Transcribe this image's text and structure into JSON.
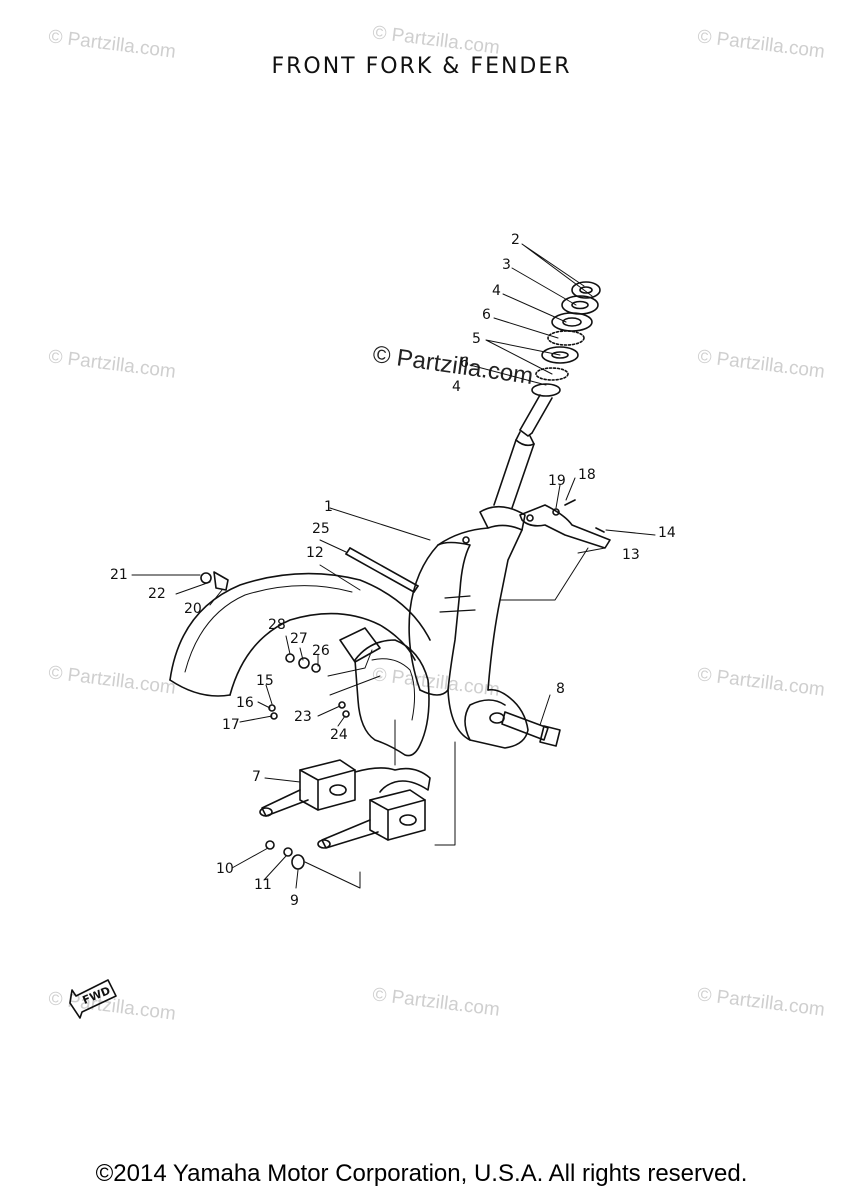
{
  "title": "FRONT  FORK  &  FENDER",
  "footer": "©2014 Yamaha Motor Corporation, U.S.A. All rights reserved.",
  "watermark": "© Partzilla.com",
  "fwd_label": "FWD",
  "callouts": [
    "1",
    "2",
    "3",
    "4",
    "4",
    "5",
    "6",
    "6",
    "7",
    "8",
    "9",
    "10",
    "11",
    "12",
    "13",
    "14",
    "15",
    "16",
    "17",
    "18",
    "19",
    "20",
    "21",
    "22",
    "23",
    "24",
    "25",
    "26",
    "27",
    "28"
  ]
}
